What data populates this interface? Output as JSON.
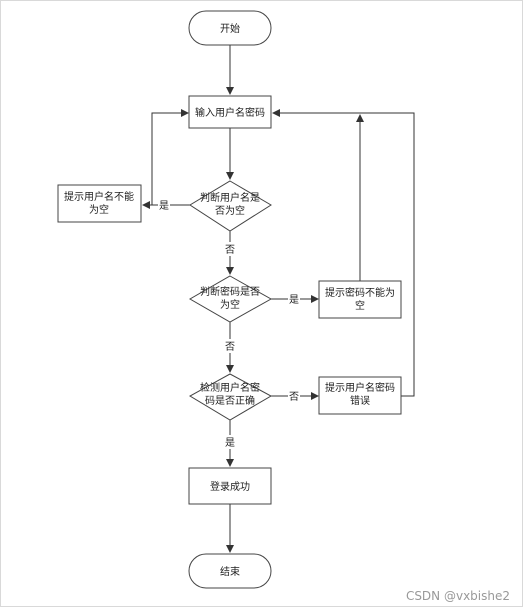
{
  "nodes": {
    "start": "开始",
    "input": "输入用户名密码",
    "check_user_1": "判断用户名是",
    "check_user_2": "否为空",
    "prompt_user_1": "提示用户名不能",
    "prompt_user_2": "为空",
    "check_pwd_1": "判断密码是否",
    "check_pwd_2": "为空",
    "prompt_pwd_1": "提示密码不能为",
    "prompt_pwd_2": "空",
    "verify_1": "检测用户名密",
    "verify_2": "码是否正确",
    "prompt_err_1": "提示用户名密码",
    "prompt_err_2": "错误",
    "success": "登录成功",
    "end": "结束"
  },
  "edge_labels": {
    "user_yes": "是",
    "user_no": "否",
    "pwd_yes": "是",
    "pwd_no": "否",
    "verify_no": "否",
    "verify_yes": "是"
  },
  "watermark": "CSDN @vxbishe2",
  "colors": {
    "node_fill": "#ffffff",
    "node_stroke": "#444444",
    "edge": "#333333"
  }
}
